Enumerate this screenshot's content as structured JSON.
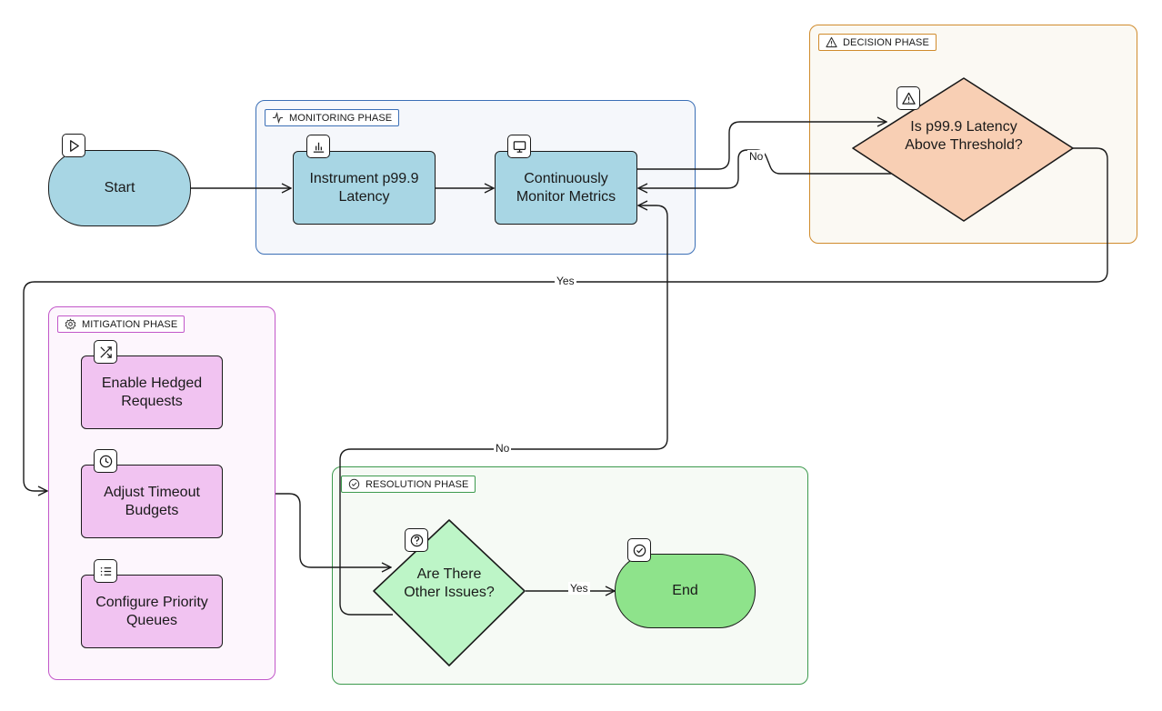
{
  "phases": {
    "monitoring": {
      "label": "MONITORING PHASE",
      "color": "#3b6fb6",
      "fill": "#f5f7fb"
    },
    "decision": {
      "label": "DECISION PHASE",
      "color": "#d08b2c",
      "fill": "#fbf9f3"
    },
    "mitigation": {
      "label": "MITIGATION PHASE",
      "color": "#c257c9",
      "fill": "#fdf6fd"
    },
    "resolution": {
      "label": "RESOLUTION PHASE",
      "color": "#3d9a4e",
      "fill": "#f6faf5"
    }
  },
  "nodes": {
    "start": {
      "label": "Start",
      "icon": "play-icon",
      "color": "#a8d6e4"
    },
    "instrument": {
      "label": "Instrument p99.9 Latency",
      "icon": "bar-chart-icon",
      "color": "#a8d6e4"
    },
    "monitor": {
      "label": "Continuously Monitor Metrics",
      "icon": "monitor-icon",
      "color": "#a8d6e4"
    },
    "decision": {
      "label": "Is p99.9 Latency Above Threshold?",
      "icon": "warning-icon",
      "color": "#f8cfb4"
    },
    "hedged": {
      "label": "Enable Hedged Requests",
      "icon": "shuffle-icon",
      "color": "#f1c3f1"
    },
    "timeout": {
      "label": "Adjust Timeout Budgets",
      "icon": "clock-icon",
      "color": "#f1c3f1"
    },
    "queues": {
      "label": "Configure Priority Queues",
      "icon": "list-icon",
      "color": "#f1c3f1"
    },
    "issues": {
      "label": "Are There Other Issues?",
      "icon": "question-icon",
      "color": "#bdf5c7"
    },
    "end": {
      "label": "End",
      "icon": "check-circle-icon",
      "color": "#8ee38b"
    }
  },
  "edges": {
    "no1": "No",
    "yes1": "Yes",
    "no2": "No",
    "yes2": "Yes"
  }
}
